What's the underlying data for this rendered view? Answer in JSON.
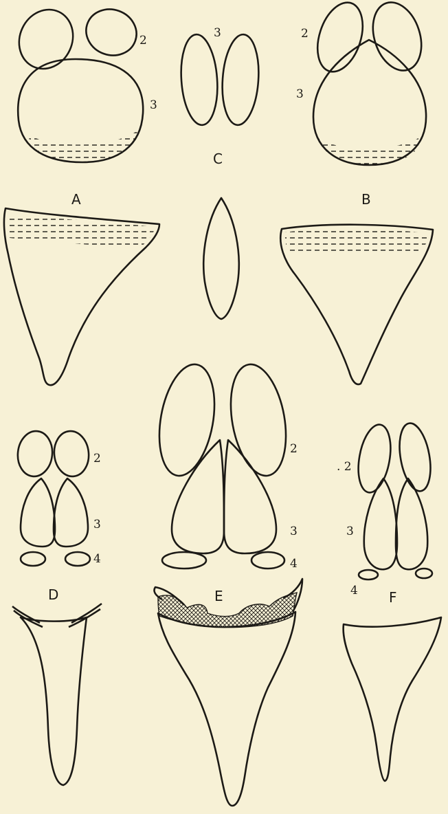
{
  "figure": {
    "labels": {
      "A": "A",
      "B": "B",
      "C": "C",
      "D": "D",
      "E": "E",
      "F": "F"
    },
    "numbers": {
      "two": "2",
      "three": "3",
      "four": "4",
      "dot_two": ". 2"
    }
  }
}
